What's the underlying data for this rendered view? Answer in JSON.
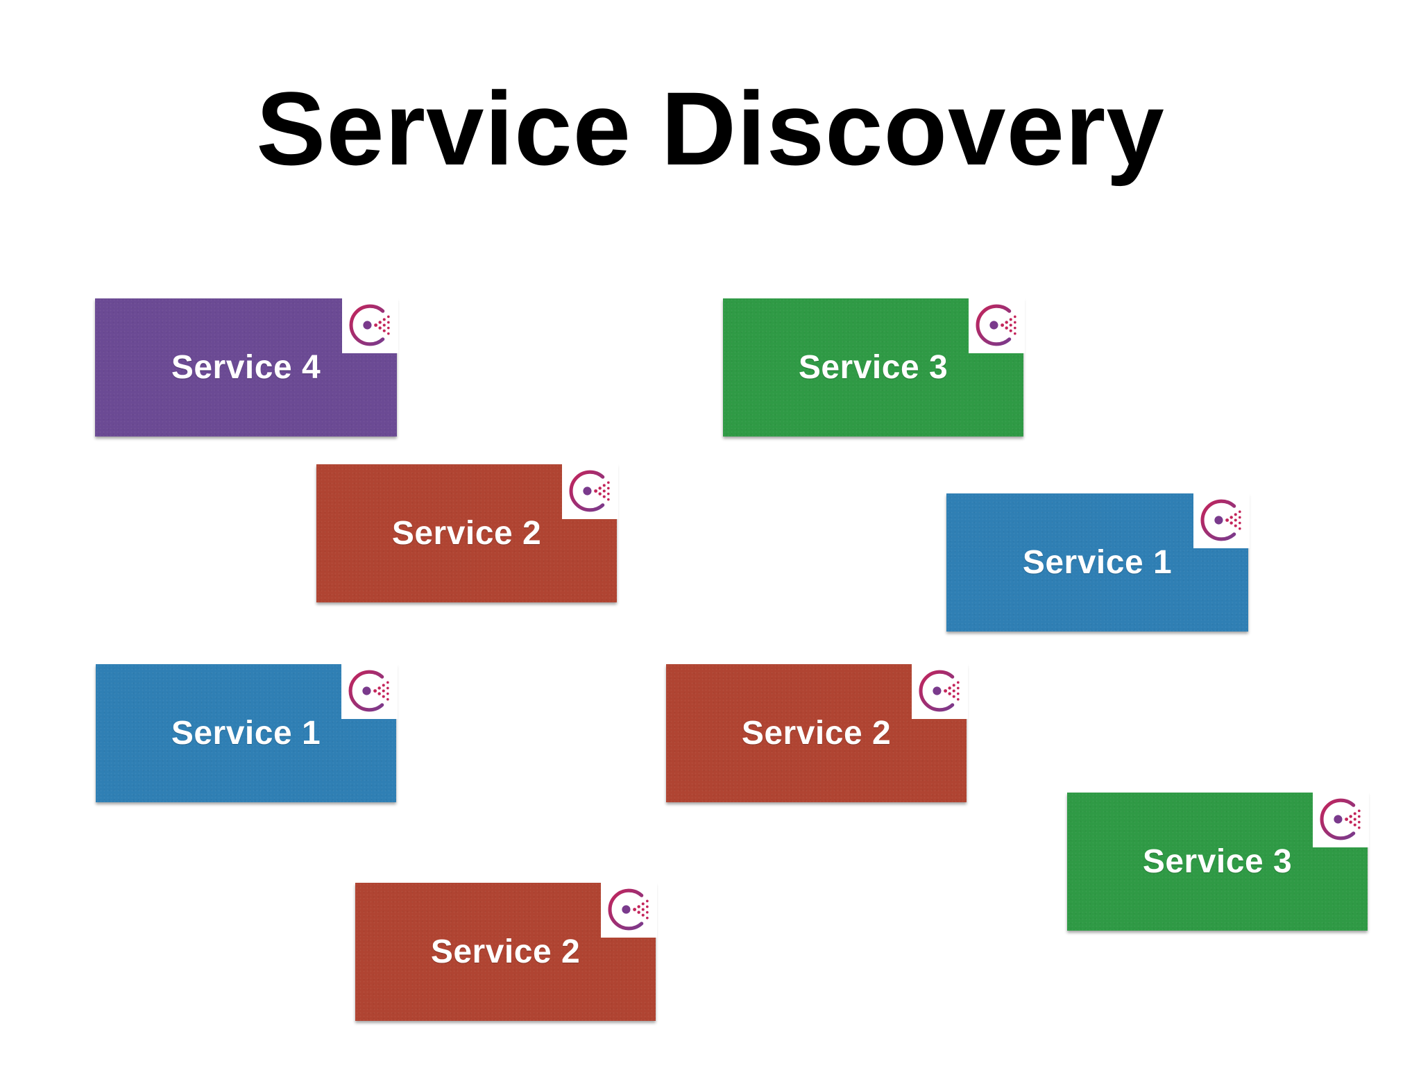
{
  "title": "Service Discovery",
  "colors": {
    "purple": "#6b4a94",
    "green": "#2f9a45",
    "red": "#b04432",
    "blue": "#2f7fb4",
    "logo_ring": "#c3245a",
    "logo_ring_dark": "#7a3a8c"
  },
  "services": [
    {
      "label": "Service 4",
      "color": "purple",
      "icon": "consul-logo-icon"
    },
    {
      "label": "Service 3",
      "color": "green",
      "icon": "consul-logo-icon"
    },
    {
      "label": "Service 2",
      "color": "red",
      "icon": "consul-logo-icon"
    },
    {
      "label": "Service 1",
      "color": "blue",
      "icon": "consul-logo-icon"
    },
    {
      "label": "Service 1",
      "color": "blue",
      "icon": "consul-logo-icon"
    },
    {
      "label": "Service 2",
      "color": "red",
      "icon": "consul-logo-icon"
    },
    {
      "label": "Service 3",
      "color": "green",
      "icon": "consul-logo-icon"
    },
    {
      "label": "Service 2",
      "color": "red",
      "icon": "consul-logo-icon"
    }
  ]
}
